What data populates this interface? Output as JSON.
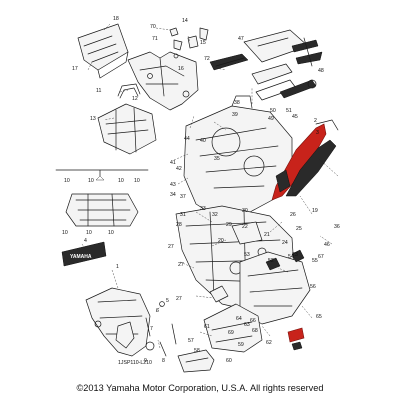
{
  "callouts": [
    {
      "label": "18"
    },
    {
      "label": "17"
    },
    {
      "label": "70"
    },
    {
      "label": "14"
    },
    {
      "label": "71"
    },
    {
      "label": "15"
    },
    {
      "label": "16"
    },
    {
      "label": "72"
    },
    {
      "label": "47"
    },
    {
      "label": "48"
    },
    {
      "label": "11"
    },
    {
      "label": "12"
    },
    {
      "label": "13"
    },
    {
      "label": "10"
    },
    {
      "label": "10"
    },
    {
      "label": "10"
    },
    {
      "label": "10"
    },
    {
      "label": "10"
    },
    {
      "label": "10"
    },
    {
      "label": "10"
    },
    {
      "label": "50"
    },
    {
      "label": "51"
    },
    {
      "label": "49"
    },
    {
      "label": "38"
    },
    {
      "label": "39"
    },
    {
      "label": "45"
    },
    {
      "label": "2"
    },
    {
      "label": "3"
    },
    {
      "label": "44"
    },
    {
      "label": "40"
    },
    {
      "label": "41"
    },
    {
      "label": "42"
    },
    {
      "label": "43"
    },
    {
      "label": "37"
    },
    {
      "label": "35"
    },
    {
      "label": "34"
    },
    {
      "label": "33"
    },
    {
      "label": "31"
    },
    {
      "label": "32"
    },
    {
      "label": "30"
    },
    {
      "label": "29"
    },
    {
      "label": "28"
    },
    {
      "label": "36"
    },
    {
      "label": "19"
    },
    {
      "label": "26"
    },
    {
      "label": "25"
    },
    {
      "label": "24"
    },
    {
      "label": "23"
    },
    {
      "label": "22"
    },
    {
      "label": "21"
    },
    {
      "label": "20"
    },
    {
      "label": "27"
    },
    {
      "label": "27"
    },
    {
      "label": "27"
    },
    {
      "label": "4"
    },
    {
      "label": "1"
    },
    {
      "label": "5"
    },
    {
      "label": "6"
    },
    {
      "label": "7"
    },
    {
      "label": "8"
    },
    {
      "label": "9"
    },
    {
      "label": "52"
    },
    {
      "label": "53"
    },
    {
      "label": "54"
    },
    {
      "label": "55"
    },
    {
      "label": "56"
    },
    {
      "label": "57"
    },
    {
      "label": "58"
    },
    {
      "label": "59"
    },
    {
      "label": "60"
    },
    {
      "label": "61"
    },
    {
      "label": "62"
    },
    {
      "label": "63"
    },
    {
      "label": "64"
    },
    {
      "label": "65"
    },
    {
      "label": "66"
    },
    {
      "label": "67"
    },
    {
      "label": "68"
    },
    {
      "label": "69"
    },
    {
      "label": "46"
    }
  ],
  "decal_text": "YAMAHA",
  "reference_code": "1JSP110-L210",
  "copyright": "©2013 Yamaha Motor Corporation, U.S.A. All rights reserved"
}
